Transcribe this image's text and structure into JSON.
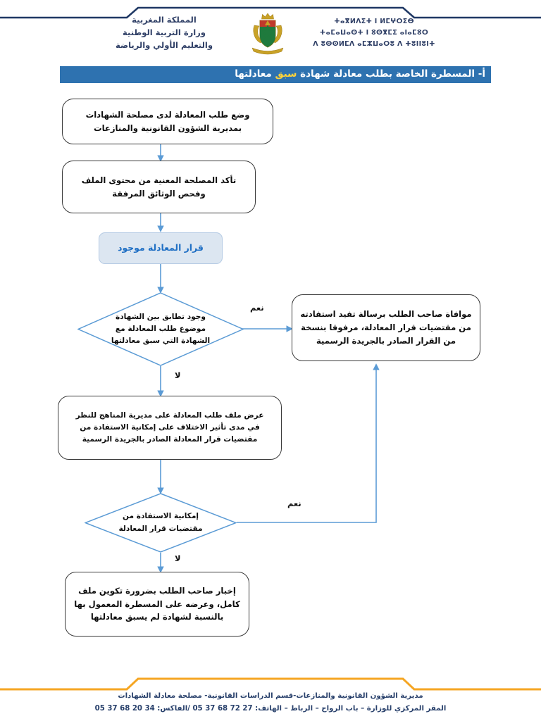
{
  "header": {
    "kingdom_ar": "المملكة المغربية",
    "ministry_ar": "وزارة التربية الوطنية",
    "ministry_ar2": "والتعليم الأولي والرياضة",
    "kingdom_tif": "ⵜⴰⴳⵍⴷⵉⵜ ⵏ ⵍⵎⵖⵔⵉⴱ",
    "ministry_tif": "ⵜⴰⵎⴰⵡⴰⵙⵜ ⵏ ⵓⵙⴳⵎⵉ ⴰⵏⴰⵎⵓⵔ",
    "ministry_tif2": "ⴷ ⵓⵙⵙⵍⵎⴷ ⴰⵎⵣⵡⴰⵔⵓ ⴷ ⵜⵓⵏⵏⵓⵏⵜ",
    "emblem_name": "moroccan-coat-of-arms",
    "rule_color": "#1f3864"
  },
  "title": {
    "index": "أ-",
    "before": " المسطرة الخاصة بطلب معادلة شهادة ",
    "highlight": "سبق",
    "after": " معادلتها",
    "bar_color": "#2e72b0",
    "highlight_color": "#ffd23b"
  },
  "flow": {
    "connector_color": "#5b9bd5",
    "nodes": [
      {
        "id": "node-request-submission",
        "type": "process",
        "lines": [
          "وضع طلب المعادلة لدى مصلحة الشهادات",
          "بمديرية الشؤون القانونية والمنازعات"
        ]
      },
      {
        "id": "node-file-verification",
        "type": "process",
        "lines": [
          "تأكد المصلحة المعنية من محتوى الملف",
          "وفحص الوثائق المرفقة"
        ]
      },
      {
        "id": "node-decision-exists",
        "type": "highlight",
        "lines": [
          "قرار المعادلة موجود"
        ]
      },
      {
        "id": "decision-match",
        "type": "decision",
        "lines": [
          "وجود تطابق بين الشهادة",
          "موضوع طلب المعادلة مع",
          "الشهادة التي سبق معادلتها"
        ]
      },
      {
        "id": "node-notify-applicant",
        "type": "process",
        "lines": [
          "موافاة صاحب الطلب برسالة تفيد استفادته",
          "من مقتضيات قرار المعادلة، مرفوقا بنسخة",
          "من القرار الصادر بالجريدة الرسمية"
        ]
      },
      {
        "id": "node-refer-to-curricula",
        "type": "process",
        "lines": [
          "عرض ملف طلب المعادلة على مديرية المناهج للنظر",
          "في مدى تأثير الاختلاف على إمكانية الاستفادة من",
          "مقتضيات قرار المعادلة الصادر بالجريدة الرسمية"
        ]
      },
      {
        "id": "decision-eligibility",
        "type": "decision",
        "lines": [
          "إمكانية الاستفادة من",
          "مقتضيات قرار المعادلة"
        ]
      },
      {
        "id": "node-inform-complete-file",
        "type": "process",
        "lines": [
          "إخبار صاحب الطلب بضرورة تكوين ملف",
          "كامل، وعرضه على المسطرة المعمول بها",
          "بالنسبة لشهادة لم يسبق معادلتها"
        ]
      }
    ],
    "edge_labels": {
      "yes1": "نعم",
      "no1": "لا",
      "yes2": "نعم",
      "no2": "لا"
    }
  },
  "footer": {
    "line1": "مديرية الشؤون القانونية والمنازعات-قسم الدراسات القانونية- مصلحة معادلة الشهادات",
    "line2": "المقر المركزي للوزارة – باب الرواح – الرباط – الهاتف: 27 72 68 37 05  /الفاكس: 34 20 68 37 05",
    "rule_color": "#f5a623"
  }
}
